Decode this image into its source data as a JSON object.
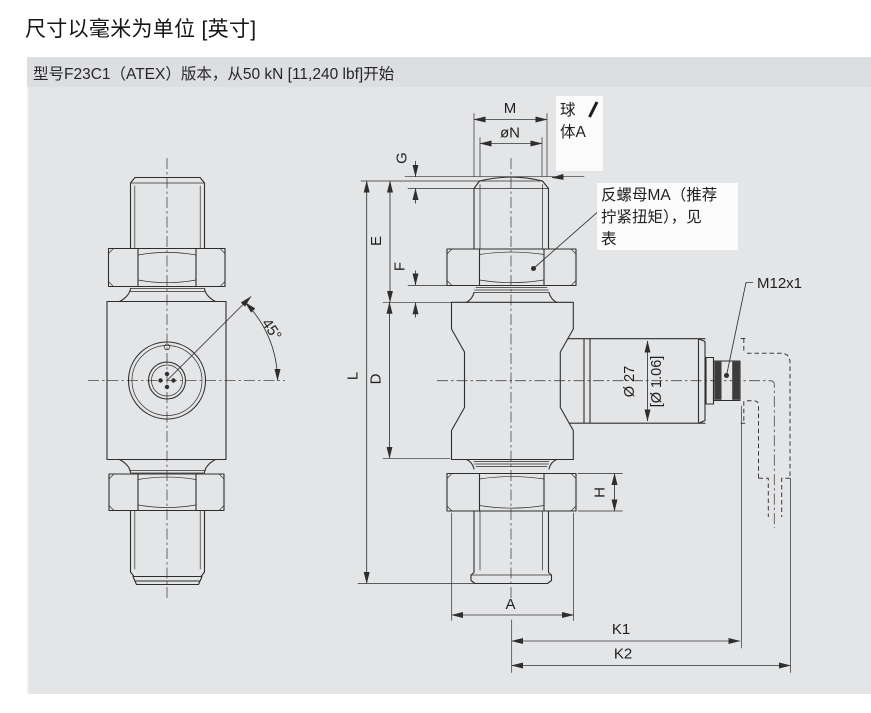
{
  "page": {
    "title": "尺寸以毫米为单位 [英寸]"
  },
  "panel": {
    "header": "型号F23C1（ATEX）版本，从50 kN [11,240 lbf]开始"
  },
  "colors": {
    "page_bg": "#ffffff",
    "panel_bg": "#e4e5e7",
    "header_bg": "#dcdee1",
    "line": "#2e2e2e"
  },
  "drawing": {
    "dimension_labels": {
      "m": "M",
      "n": "øN",
      "g": "G",
      "e": "E",
      "f": "F",
      "l": "L",
      "d": "D",
      "h": "H",
      "a": "A",
      "k1": "K1",
      "k2": "K2"
    },
    "annotations": {
      "angle": "45°",
      "sphere_line1": "球",
      "sphere_line2": "体A",
      "locknut_line1": "反螺母MA（推荐",
      "locknut_line2": "拧紧扭矩），见",
      "locknut_line3": "表",
      "diameter_mm": "Ø 27",
      "diameter_in": "[Ø 1.06]",
      "connector_thread": "M12x1"
    }
  }
}
